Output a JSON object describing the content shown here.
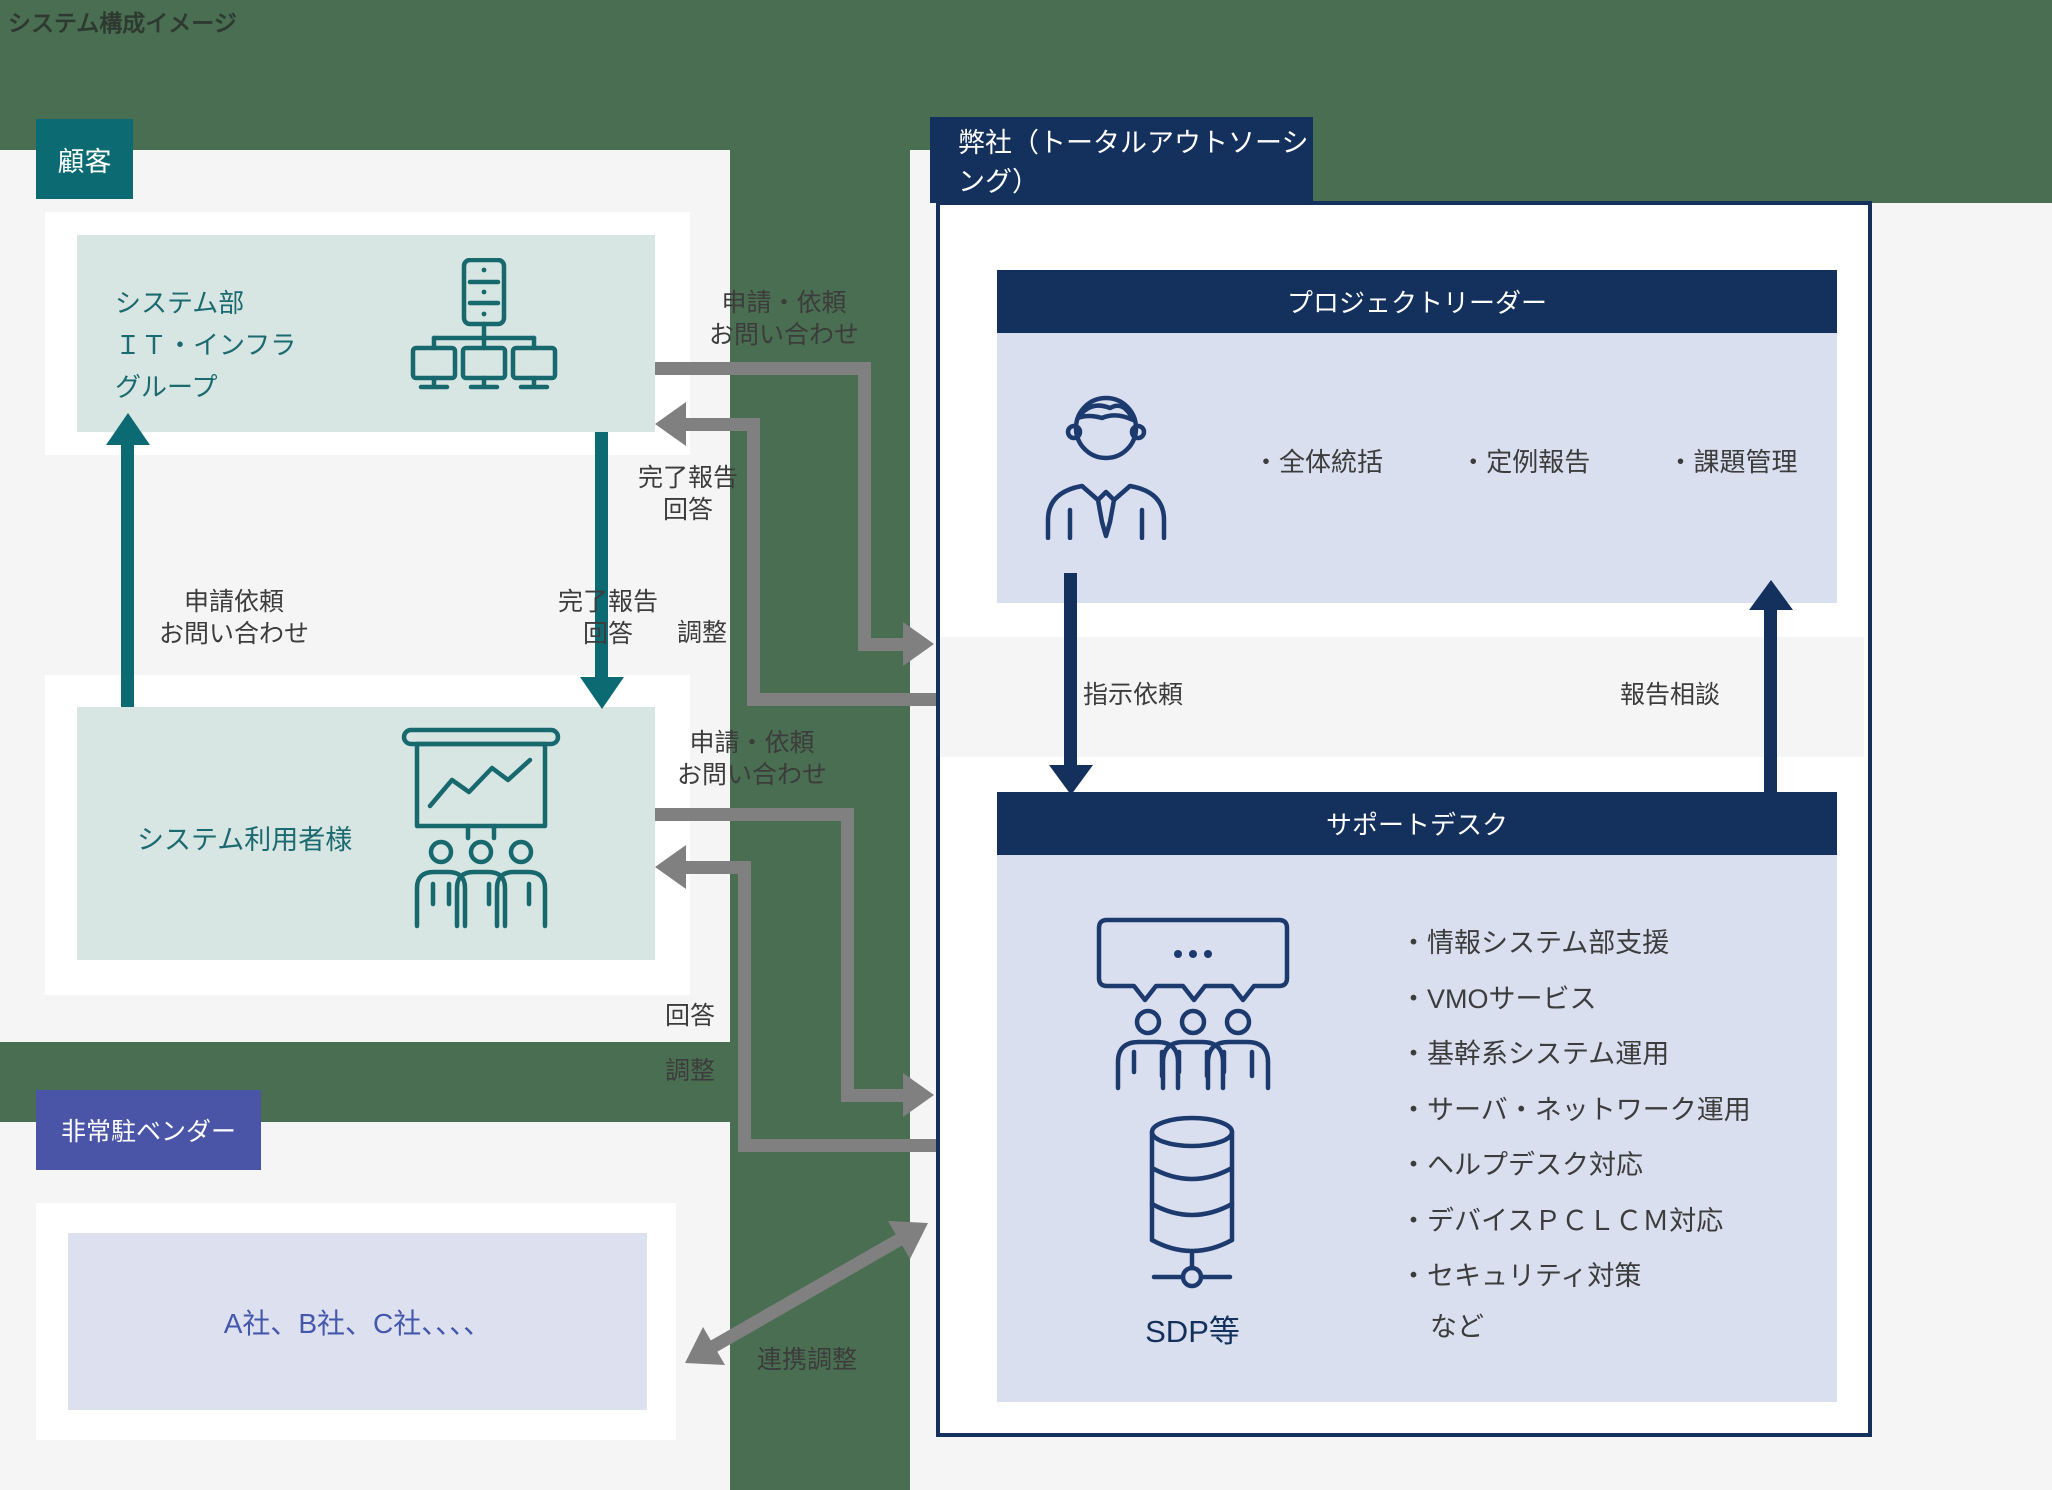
{
  "colors": {
    "green": "#4a6e52",
    "graybg": "#f4f5f4",
    "tealDeep": "#0c6b72",
    "tealText": "#1b6a70",
    "tealLight": "#d7e5e3",
    "navy": "#14305c",
    "iconNavy": "#1c3a6e",
    "bodyBlue": "#d9dfee",
    "lavender": "#dde1ef",
    "purple": "#4a55a8",
    "vendorText": "#4457ab",
    "arrowGray": "#808080",
    "textdark": "#3c3c3c"
  },
  "page": {
    "title": "システム構成イメージ"
  },
  "customer": {
    "label": "顧客",
    "box1": {
      "lines": [
        "システム部",
        "ＩＴ・インフラ",
        "グループ"
      ]
    },
    "box2": {
      "label": "システム利用者様"
    },
    "arrow_up": {
      "line1": "申請依頼",
      "line2": "お問い合わせ"
    },
    "arrow_down": {
      "line1": "完了報告",
      "line2": "回答"
    }
  },
  "company": {
    "title": "弊社（トータルアウトソーシング）",
    "project_leader": {
      "title": "プロジェクトリーダー",
      "bullets": [
        "・全体統括",
        "・定例報告",
        "・課題管理"
      ]
    },
    "arrow_down_label": "指示依頼",
    "arrow_up_label": "報告相談",
    "support_desk": {
      "title": "サポートデスク",
      "items": [
        "・情報システム部支援",
        "・VMOサービス",
        "・基幹系システム運用",
        "・サーバ・ネットワーク運用",
        "・ヘルプデスク対応",
        "・デバイスＰＣＬＣＭ対応",
        "・セキュリティ対策"
      ],
      "note": "など",
      "sdp_label": "SDP等"
    }
  },
  "vendor": {
    "label": "非常駐ベンダー",
    "companies": "A社、B社、C社、、、、"
  },
  "flows": {
    "request_top": {
      "line1": "申請・依頼",
      "line2": "お問い合わせ"
    },
    "report_top": {
      "line1": "完了報告",
      "line2": "回答"
    },
    "adjust_top": "調整",
    "request_bottom": {
      "line1": "申請・依頼",
      "line2": "お問い合わせ"
    },
    "answer_bottom": "回答",
    "adjust_bottom": "調整",
    "cooperation": "連携調整"
  }
}
